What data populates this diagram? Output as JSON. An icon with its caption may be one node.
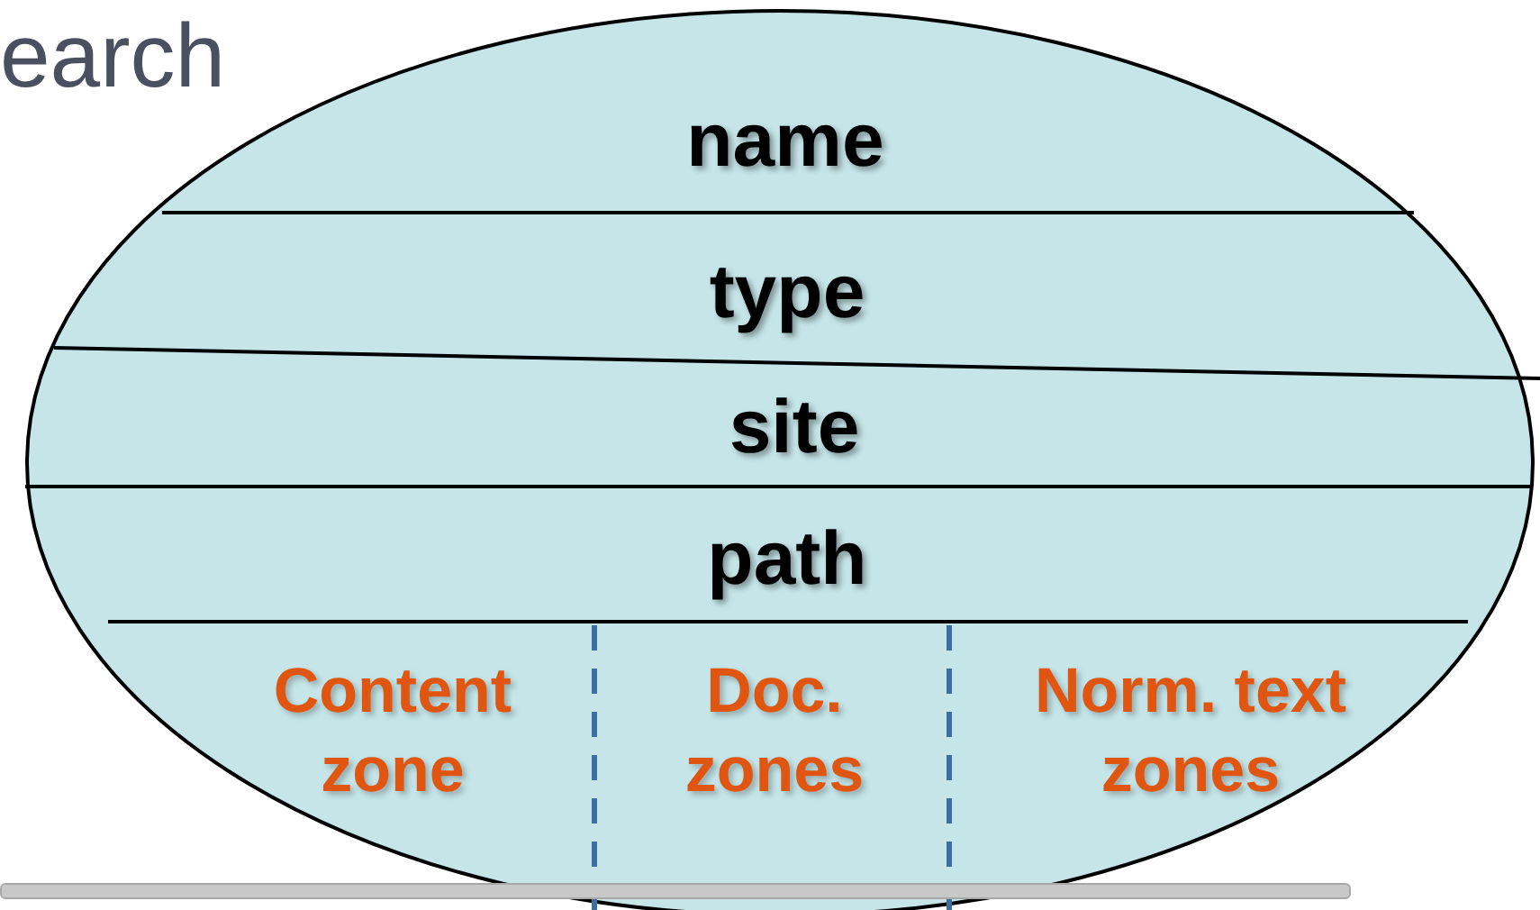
{
  "diagram": {
    "nodes": [
      {
        "text": [],
        "shape": "ellipse"
      },
      {
        "text": [
          "name"
        ],
        "in": 0
      },
      {
        "text": [
          "type"
        ],
        "in": 0
      },
      {
        "text": [
          "site"
        ],
        "in": 0
      },
      {
        "text": [
          "path"
        ],
        "in": 0
      },
      {
        "text": [
          "Content zone"
        ],
        "in": 0
      },
      {
        "text": [
          "Doc. zones"
        ],
        "in": 0
      },
      {
        "text": [
          "Norm. text zones"
        ],
        "in": 0
      }
    ],
    "edges": [],
    "labels": [
      "earch"
    ]
  }
}
